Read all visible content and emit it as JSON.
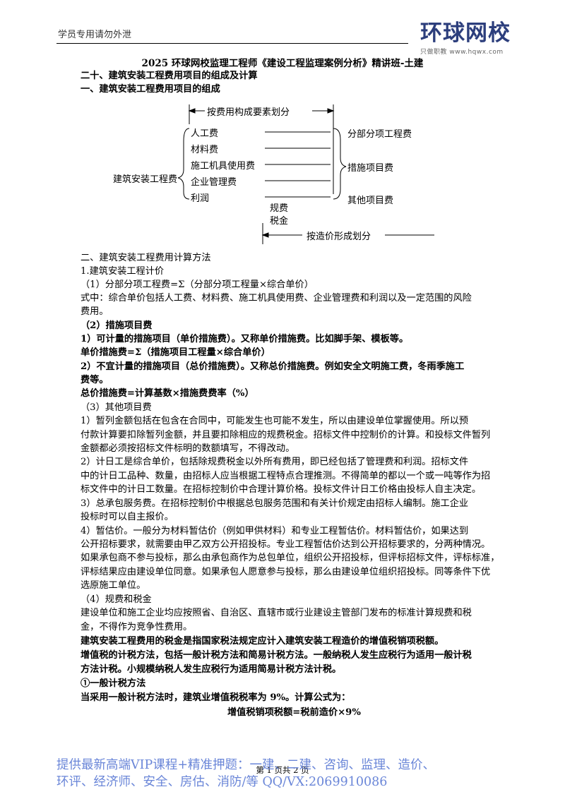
{
  "header": {
    "note": "学员专用请勿外泄",
    "logo_main": "环球网校",
    "logo_sub": "只做职教  www.hqwx.com"
  },
  "doc_title": "2025 环球网校监理工程师《建设工程监理案例分析》精讲班-土建",
  "section_title": "二十、建筑安装工程费用项目的组成及计算",
  "sub1_title": "一、建筑安装工程费用项目的组成",
  "diagram": {
    "top_label": "按费用构成要素划分",
    "root": "建筑安装工程费",
    "left_items": [
      "人工费",
      "材料费",
      "施工机具使用费",
      "企业管理费",
      "利润"
    ],
    "middle_items": [
      "规费",
      "税金"
    ],
    "right_items": [
      "分部分项工程费",
      "措施项目费",
      "其他项目费"
    ],
    "bottom_label": "按造价形成划分"
  },
  "lines": [
    {
      "text": "二、建筑安装工程费用计算方法",
      "bold": false
    },
    {
      "text": "1.建筑安装工程计价",
      "bold": false
    },
    {
      "text": "（1）分部分项工程费=Σ（分部分项工程量×综合单价）",
      "bold": false
    },
    {
      "text": "式中：综合单价包括人工费、材料费、施工机具使用费、企业管理费和利润以及一定范围的风险",
      "bold": false
    },
    {
      "text": "费用。",
      "bold": false
    },
    {
      "text": "（2）措施项目费",
      "bold": true
    },
    {
      "text": "1）可计量的措施项目（单价措施费）。又称单价措施费。比如脚手架、模板等。",
      "bold": true
    },
    {
      "text": "单价措施费=Σ（措施项目工程量×综合单价）",
      "bold": true
    },
    {
      "text": "2）不宜计量的措施项目（总价措施费）。又称总价措施费。例如安全文明施工费，冬雨季施工",
      "bold": true
    },
    {
      "text": "费等。",
      "bold": true
    },
    {
      "text": "总价措施费=计算基数×措施费费率（%）",
      "bold": true
    },
    {
      "text": "（3）其他项目费",
      "bold": false
    },
    {
      "text": "1）暂列金额包括在包含在合同中，可能发生也可能不发生，所以由建设单位掌握使用。所以预",
      "bold": false
    },
    {
      "text": "付款计算要扣除暂列金额，并且要扣除相应的规费税金。招标文件中控制价的计算。和投标文件暂列",
      "bold": false
    },
    {
      "text": "金额都必须按招标文件标明的数额填写，不得改动。",
      "bold": false
    },
    {
      "text": "2）计日工是综合单价，包括除规费税金以外所有费用，即已经包括了管理费和利润。招标文件",
      "bold": false
    },
    {
      "text": "中的计日工品种、数量，由招标人应当根据工程特点合理推测。不得简单的都以一个或一吨等作为招",
      "bold": false
    },
    {
      "text": "标文件中的计日工数量。在招标控制价中合理计算价格。投标文件计日工价格由投标人自主决定。",
      "bold": false
    },
    {
      "text": "3）总承包服务费。在招标控制价中根据总包服务范围和有关计价规定由招标人编制。施工企业",
      "bold": false
    },
    {
      "text": "投标时可以自主报价。",
      "bold": false
    },
    {
      "text": "4）暂估价。一般分为材料暂估价（例如甲供材料）和专业工程暂估价。材料暂估价，如果达到",
      "bold": false
    },
    {
      "text": "公开招标要求，就需要由甲乙双方公开招投标。专业工程暂估价达到公开招标要求的，分两种情况。",
      "bold": false
    },
    {
      "text": "如果承包商不参与投标，那么由承包商作为总包单位，组织公开招投标，但评标招标文件，评标标准，",
      "bold": false
    },
    {
      "text": "评标结果应由建设单位同意。如果承包人愿意参与投标，那么由建设单位组织招投标。同等条件下优",
      "bold": false
    },
    {
      "text": "选原施工单位。",
      "bold": false
    },
    {
      "text": "（4）规费和税金",
      "bold": false
    },
    {
      "text": "建设单位和施工企业均应按照省、自治区、直辖市或行业建设主管部门发布的标准计算规费和税",
      "bold": false
    },
    {
      "text": "金，不得作为竞争性费用。",
      "bold": false
    },
    {
      "text": "建筑安装工程费用的税金是指国家税法规定应计入建筑安装工程造价的增值税销项税额。",
      "bold": true
    },
    {
      "text": "增值税的计税方法，包括一般计税方法和简易计税方法。一般纳税人发生应税行为适用一般计税",
      "bold": true
    },
    {
      "text": "方法计税。小规模纳税人发生应税行为适用简易计税方法计税。",
      "bold": true
    },
    {
      "text": "①一般计税方法",
      "bold": true
    },
    {
      "text": "当采用一般计税方法时，建筑业增值税税率为 9%。计算公式为：",
      "bold": true
    },
    {
      "text": "增值税销项税额=税前造价×9%",
      "bold": true
    }
  ],
  "footer": {
    "page": "第 1 页共 2 页",
    "promo_1": "提供最新高端VIP课程+精准押题：一建、二建、咨询、监理、造价、",
    "promo_2": "环评、经济师、安全、房估、消防/等   QQ/VX:2069910086"
  }
}
